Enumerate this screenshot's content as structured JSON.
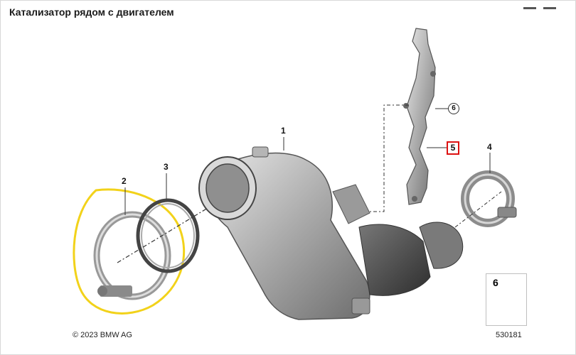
{
  "title": "Катализатор рядом с двигателем",
  "copyright": "© 2023 BMW AG",
  "diagram_id": "530181",
  "callouts": {
    "p1": "1",
    "p2": "2",
    "p3": "3",
    "p4": "4",
    "p5": "5",
    "p6": "6"
  },
  "legend": {
    "number": "6"
  },
  "colors": {
    "highlight": "#f2d21a",
    "selected_box": "#dd1111"
  }
}
